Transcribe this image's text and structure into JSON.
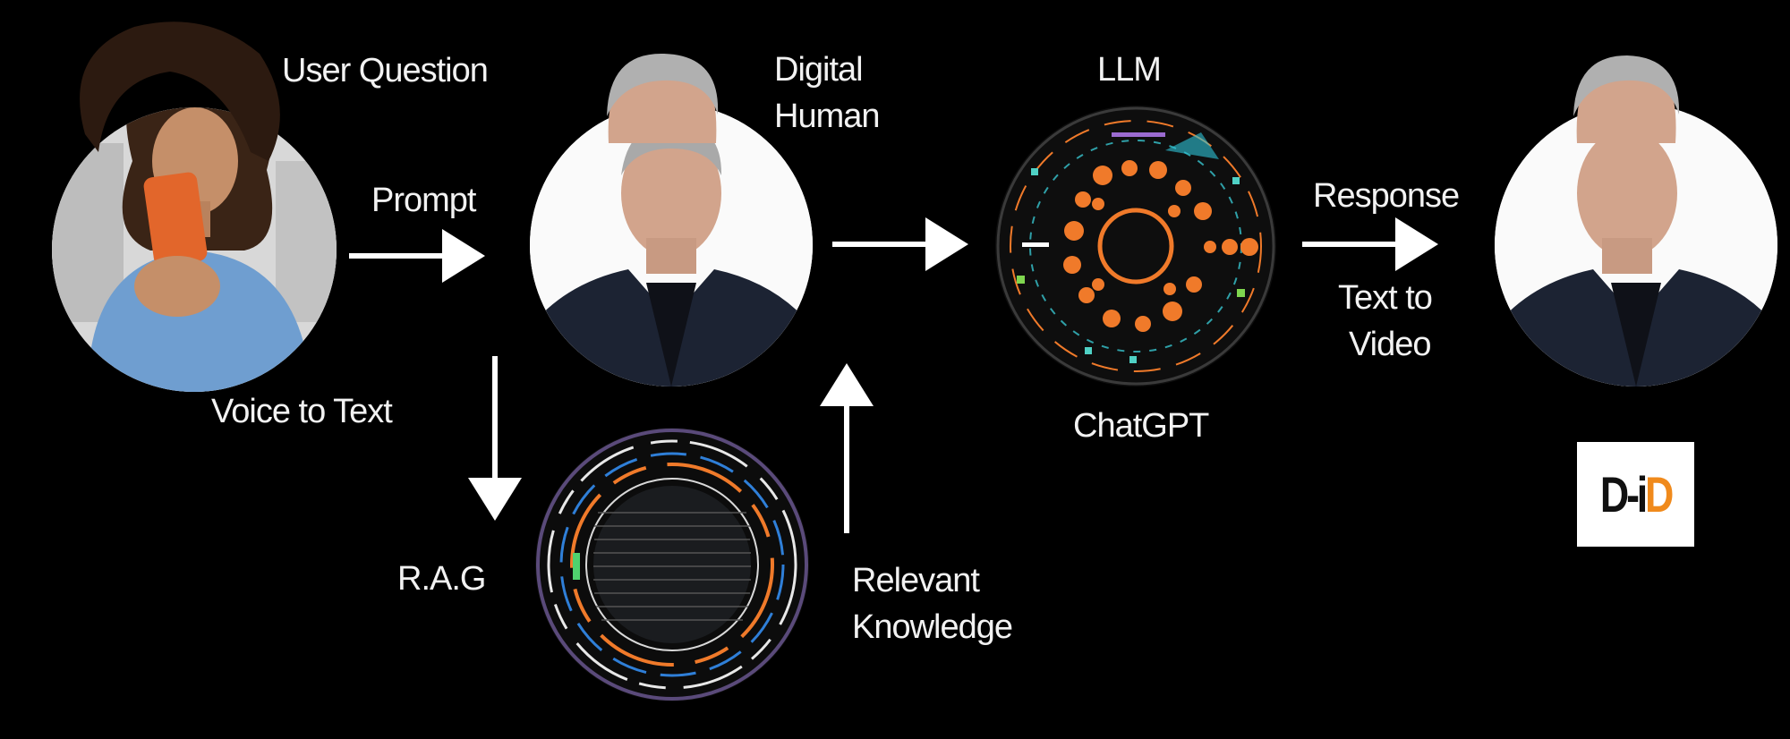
{
  "labels": {
    "user_question": "User Question",
    "prompt": "Prompt",
    "voice_to_text": "Voice to Text",
    "digital": "Digital",
    "human": "Human",
    "llm": "LLM",
    "chatgpt": "ChatGPT",
    "response": "Response",
    "text_to": "Text to",
    "video": "Video",
    "rag": "R.A.G",
    "relevant": "Relevant",
    "knowledge": "Knowledge"
  },
  "logo": {
    "text_left": "D-i",
    "text_right": "D"
  },
  "colors": {
    "background": "#000000",
    "arrow": "#ffffff",
    "llm_orange": "#f07a2a",
    "logo_orange": "#f08a1c"
  }
}
